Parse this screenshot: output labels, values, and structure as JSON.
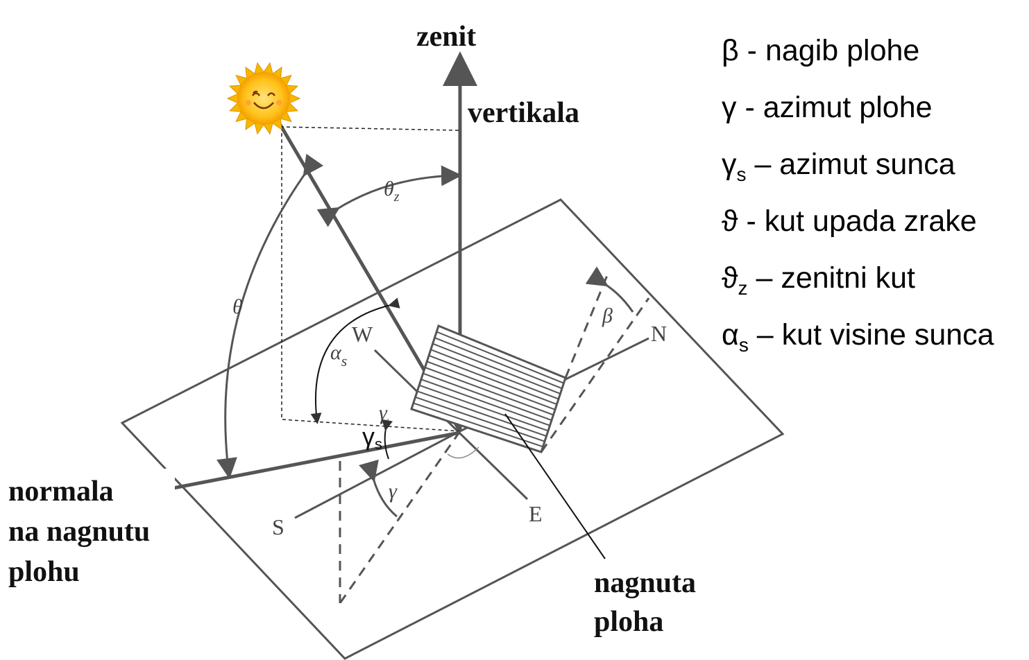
{
  "labels": {
    "zenit": "zenit",
    "vertikala": "vertikala",
    "normala": [
      "normala",
      "na nagnutu",
      "plohu"
    ],
    "nagnuta": [
      "nagnuta",
      "ploha"
    ]
  },
  "directions": {
    "W": "W",
    "N": "N",
    "S": "S",
    "E": "E"
  },
  "angle_marks": {
    "theta_z": "θ",
    "theta_z_sub": "z",
    "theta": "θ",
    "alpha_s": "α",
    "alpha_s_sub": "s",
    "gamma_s_small": "γ",
    "gamma_s_small_sub": "s",
    "gamma_s": "γ",
    "gamma_s_sub": "s",
    "gamma": "γ",
    "beta": "β"
  },
  "legend": [
    {
      "symbol": "β",
      "sub": "",
      "text": " - nagib plohe"
    },
    {
      "symbol": "γ",
      "sub": "",
      "text": " - azimut plohe"
    },
    {
      "symbol": "γ",
      "sub": "s",
      "text": " – azimut sunca"
    },
    {
      "symbol": "ϑ",
      "sub": "",
      "text": " - kut upada zrake"
    },
    {
      "symbol": "ϑ",
      "sub": "z",
      "text": " – zenitni kut"
    },
    {
      "symbol": "α",
      "sub": "s",
      "text": " – kut visine sunca"
    }
  ],
  "colors": {
    "line": "#555555",
    "sun_outer": "#f5b800",
    "sun_inner": "#ffd23a"
  }
}
